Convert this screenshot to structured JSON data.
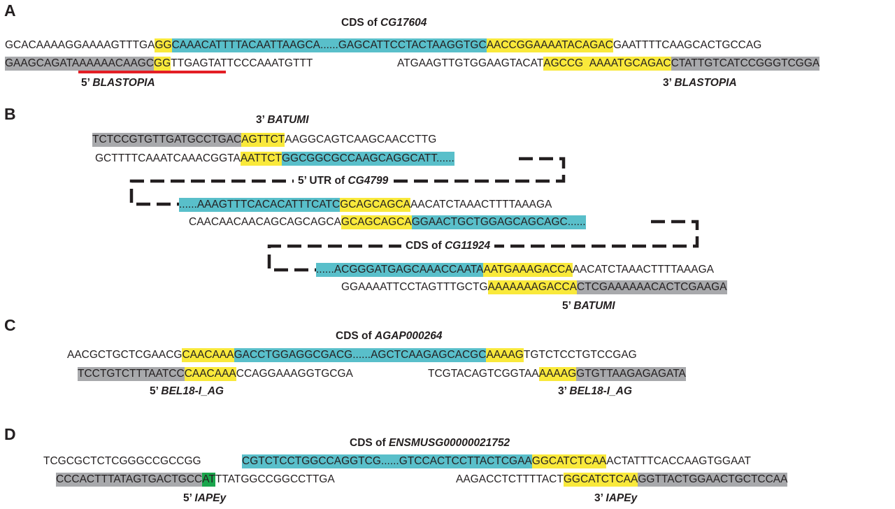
{
  "colors": {
    "text": "#231f20",
    "gray": "#a8a9ac",
    "yellow": "#f9e93b",
    "cyan": "#59bfca",
    "green": "#1aa54c",
    "red": "#e31e25",
    "dash": "#231f20"
  },
  "panels": {
    "A": {
      "letter": "A",
      "title": {
        "prefix": "CDS of ",
        "gene": "CG17604"
      },
      "top": [
        {
          "t": "GCACAAAAGGAAAAGTTTGA",
          "c": ""
        },
        {
          "t": "GG",
          "c": "yellow"
        },
        {
          "t": "CAAACATTTTACAATTAAGCA......GAGCATTCCTACTAAGGTGC",
          "c": "cyan"
        },
        {
          "t": "AACCGGAAAATACAGAC",
          "c": "yellow"
        },
        {
          "t": "GAATTTTCAAGCACTGCCAG",
          "c": ""
        }
      ],
      "bottom_left": [
        {
          "t": "GAAGCAGATAAAAAACAAGC",
          "c": "gray"
        },
        {
          "t": "GG",
          "c": "yellow"
        },
        {
          "t": "TTGAGTATTCCCAAATGTTT",
          "c": ""
        }
      ],
      "bottom_right": [
        {
          "t": "ATGAAGTTGTGGAAGTACAT",
          "c": ""
        },
        {
          "t": "AGCCG  AAAATGCAGAC",
          "c": "yellow"
        },
        {
          "t": "CTATTGTCATCCGGGTCGGA",
          "c": "gray"
        }
      ],
      "left_label": {
        "prefix": "5’ ",
        "name": "BLASTOPIA"
      },
      "right_label": {
        "prefix": "3’ ",
        "name": "BLASTOPIA"
      }
    },
    "B": {
      "letter": "B",
      "top_label": {
        "prefix": "3’ ",
        "name": "BATUMI"
      },
      "line1": [
        {
          "t": "TCTCCGTGTTGATGCCTGAC",
          "c": "gray"
        },
        {
          "t": "AGTTCT",
          "c": "yellow"
        },
        {
          "t": "AAGGCAGTCAAGCAACCTTG",
          "c": ""
        }
      ],
      "line2": [
        {
          "t": "GCTTTTCAAATCAAACGGTA",
          "c": ""
        },
        {
          "t": "AATTCT",
          "c": "yellow"
        },
        {
          "t": "GGCGGCGCCAAGCAGGCATT......",
          "c": "cyan"
        }
      ],
      "utr_label": {
        "prefix": "5’ UTR of ",
        "gene": "CG4799"
      },
      "line3": [
        {
          "t": "......AAAGTTTCACACATTTCATC",
          "c": "cyan"
        },
        {
          "t": "GCAGCAGCA",
          "c": "yellow"
        },
        {
          "t": "AACATCTAAACTTTTAAAGA",
          "c": ""
        }
      ],
      "line4": [
        {
          "t": "CAACAACAACAGCAGCAGCA",
          "c": ""
        },
        {
          "t": "GCAGCAGCA",
          "c": "yellow"
        },
        {
          "t": "GGAACTGCTGGAGCAGCAGC......",
          "c": "cyan"
        }
      ],
      "cds_label": {
        "prefix": "CDS of ",
        "gene": "CG11924"
      },
      "line5": [
        {
          "t": "......ACGGGATGAGCAAACCAATA",
          "c": "cyan"
        },
        {
          "t": "AATGAAAGACCA",
          "c": "yellow"
        },
        {
          "t": "AACATCTAAACTTTTAAAGA",
          "c": ""
        }
      ],
      "line6": [
        {
          "t": "GGAAAATTCCTAGTTTGCTG",
          "c": ""
        },
        {
          "t": "AAAAAAAGACCA",
          "c": "yellow"
        },
        {
          "t": "CTCGAAAAAACACTCGAAGA",
          "c": "gray"
        }
      ],
      "bottom_label": {
        "prefix": "5’ ",
        "name": "BATUMI"
      }
    },
    "C": {
      "letter": "C",
      "title": {
        "prefix": "CDS of ",
        "gene": "AGAP000264"
      },
      "top": [
        {
          "t": "AACGCTGCTCGAACG",
          "c": ""
        },
        {
          "t": "CAACAAA",
          "c": "yellow"
        },
        {
          "t": "GACCTGGAGGCGACG......AGCTCAAGAGCACGC",
          "c": "cyan"
        },
        {
          "t": "AAAAG",
          "c": "yellow"
        },
        {
          "t": "TGTCTCCTGTCCGAG",
          "c": ""
        }
      ],
      "bottom_left": [
        {
          "t": "TCCTGTCTTTAATCC",
          "c": "gray"
        },
        {
          "t": "CAACAAA",
          "c": "yellow"
        },
        {
          "t": "CCAGGAAAGGTGCGA",
          "c": ""
        }
      ],
      "bottom_right": [
        {
          "t": "TCGTACAGTCGGTAA",
          "c": ""
        },
        {
          "t": "AAAAG",
          "c": "yellow"
        },
        {
          "t": "GTGTTAAGAGAGATA",
          "c": "gray"
        }
      ],
      "left_label": {
        "prefix": "5’ ",
        "name": "BEL18-I_AG"
      },
      "right_label": {
        "prefix": "3’ ",
        "name": "BEL18-I_AG"
      }
    },
    "D": {
      "letter": "D",
      "title": {
        "prefix": "CDS of ",
        "gene": "ENSMUSG00000021752"
      },
      "top_left": [
        {
          "t": "TCGCGCTCTCGGGCCGCCGG",
          "c": ""
        }
      ],
      "top_right": [
        {
          "t": "CGTCTCCTGGCCAGGTCG......GTCCACTCCTTACTCGAA",
          "c": "cyan"
        },
        {
          "t": "GGCATCTCAA",
          "c": "yellow"
        },
        {
          "t": "ACTATTTCACCAAGTGGAAT",
          "c": ""
        }
      ],
      "bottom_left": [
        {
          "t": "CCCACTTTATAGTGACTGCC",
          "c": "gray"
        },
        {
          "t": "AT",
          "c": "green"
        },
        {
          "t": "TTATGGCCGGCCTTGA",
          "c": ""
        }
      ],
      "bottom_right": [
        {
          "t": "AAGACCTCTTTTACT",
          "c": ""
        },
        {
          "t": "GGCATCTCAA",
          "c": "yellow"
        },
        {
          "t": "GGTTACTGGAACTGCTCCAA",
          "c": "gray"
        }
      ],
      "left_label": {
        "prefix": "5’ ",
        "name": "IAPEy"
      },
      "right_label": {
        "prefix": "3’ ",
        "name": "IAPEy"
      }
    }
  }
}
